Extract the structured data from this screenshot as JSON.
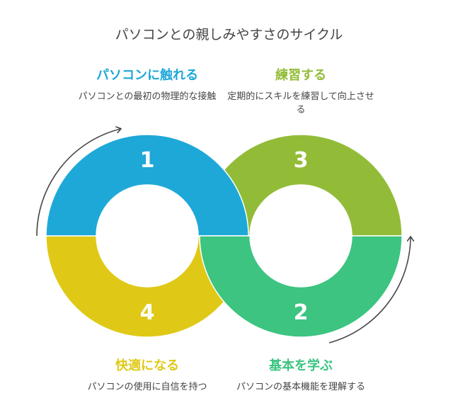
{
  "title": "パソコンとの親しみやすさのサイクル",
  "stages": [
    {
      "number": "1",
      "heading": "パソコンに触れる",
      "description": "パソコンとの最初の物理的な接触",
      "color": "#1EA8D8"
    },
    {
      "number": "2",
      "heading": "基本を学ぶ",
      "description": "パソコンの基本機能を理解する",
      "color": "#3CC480"
    },
    {
      "number": "3",
      "heading": "練習する",
      "description": "定期的にスキルを練習して向上させる",
      "color": "#92BC38"
    },
    {
      "number": "4",
      "heading": "快適になる",
      "description": "パソコンの使用に自信を持つ",
      "color": "#DFC916"
    }
  ]
}
